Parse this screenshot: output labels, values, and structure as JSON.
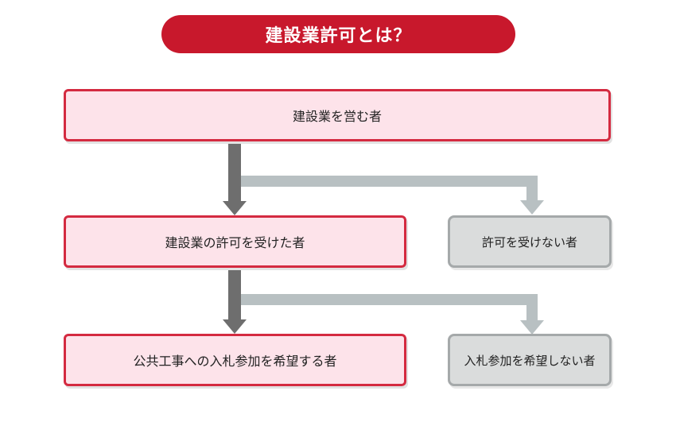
{
  "title": "建設業許可とは？",
  "nodes": {
    "contractor": "建設業を営む者",
    "licensed": "建設業の許可を受けた者",
    "unlicensed": "許可を受けない者",
    "public_bid": "公共工事への入札参加を希望する者",
    "no_bid": "入札参加を希望しない者"
  },
  "colors": {
    "title_bg": "#c8182c",
    "pink_fill": "#fde3ea",
    "pink_border": "#d42a40",
    "gray_fill": "#dadcdc",
    "gray_border": "#a5a9aa",
    "main_arrow": "#6e6e6e",
    "branch_arrow": "#b8c0c2"
  }
}
